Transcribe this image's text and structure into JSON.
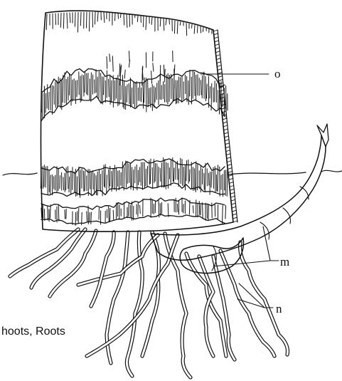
{
  "labels": {
    "o": "o",
    "m": "m",
    "n": "n"
  },
  "caption": "hoots, Roots",
  "colors": {
    "ink": "#111111",
    "background": "#ffffff"
  }
}
